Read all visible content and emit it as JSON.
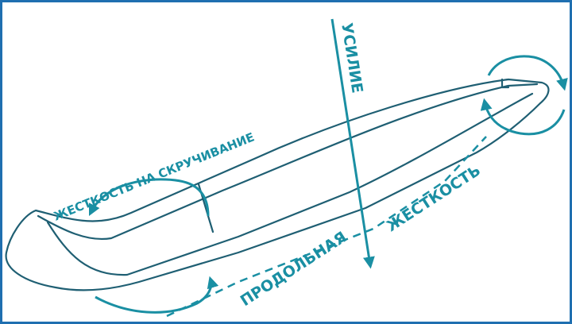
{
  "colors": {
    "frame": "#1f6fb0",
    "outline": "#1f5f73",
    "accent": "#1a8fa3"
  },
  "labels": {
    "force": "УСИЛИЕ",
    "torsional_stiffness": "ЖЕСТКОСТЬ НА СКРУЧИВАНИЕ",
    "longitudinal_word_1": "ПРОДОЛЬНАЯ",
    "longitudinal_word_2": "ЖЕСТКОСТЬ"
  },
  "icons": {
    "force_arrow": "arrow-down-icon",
    "torsion_arrow": "curved-arrow-left-icon",
    "tip_rotation": "rotation-arrows-icon",
    "tail_flex": "curved-arrow-up-icon"
  }
}
